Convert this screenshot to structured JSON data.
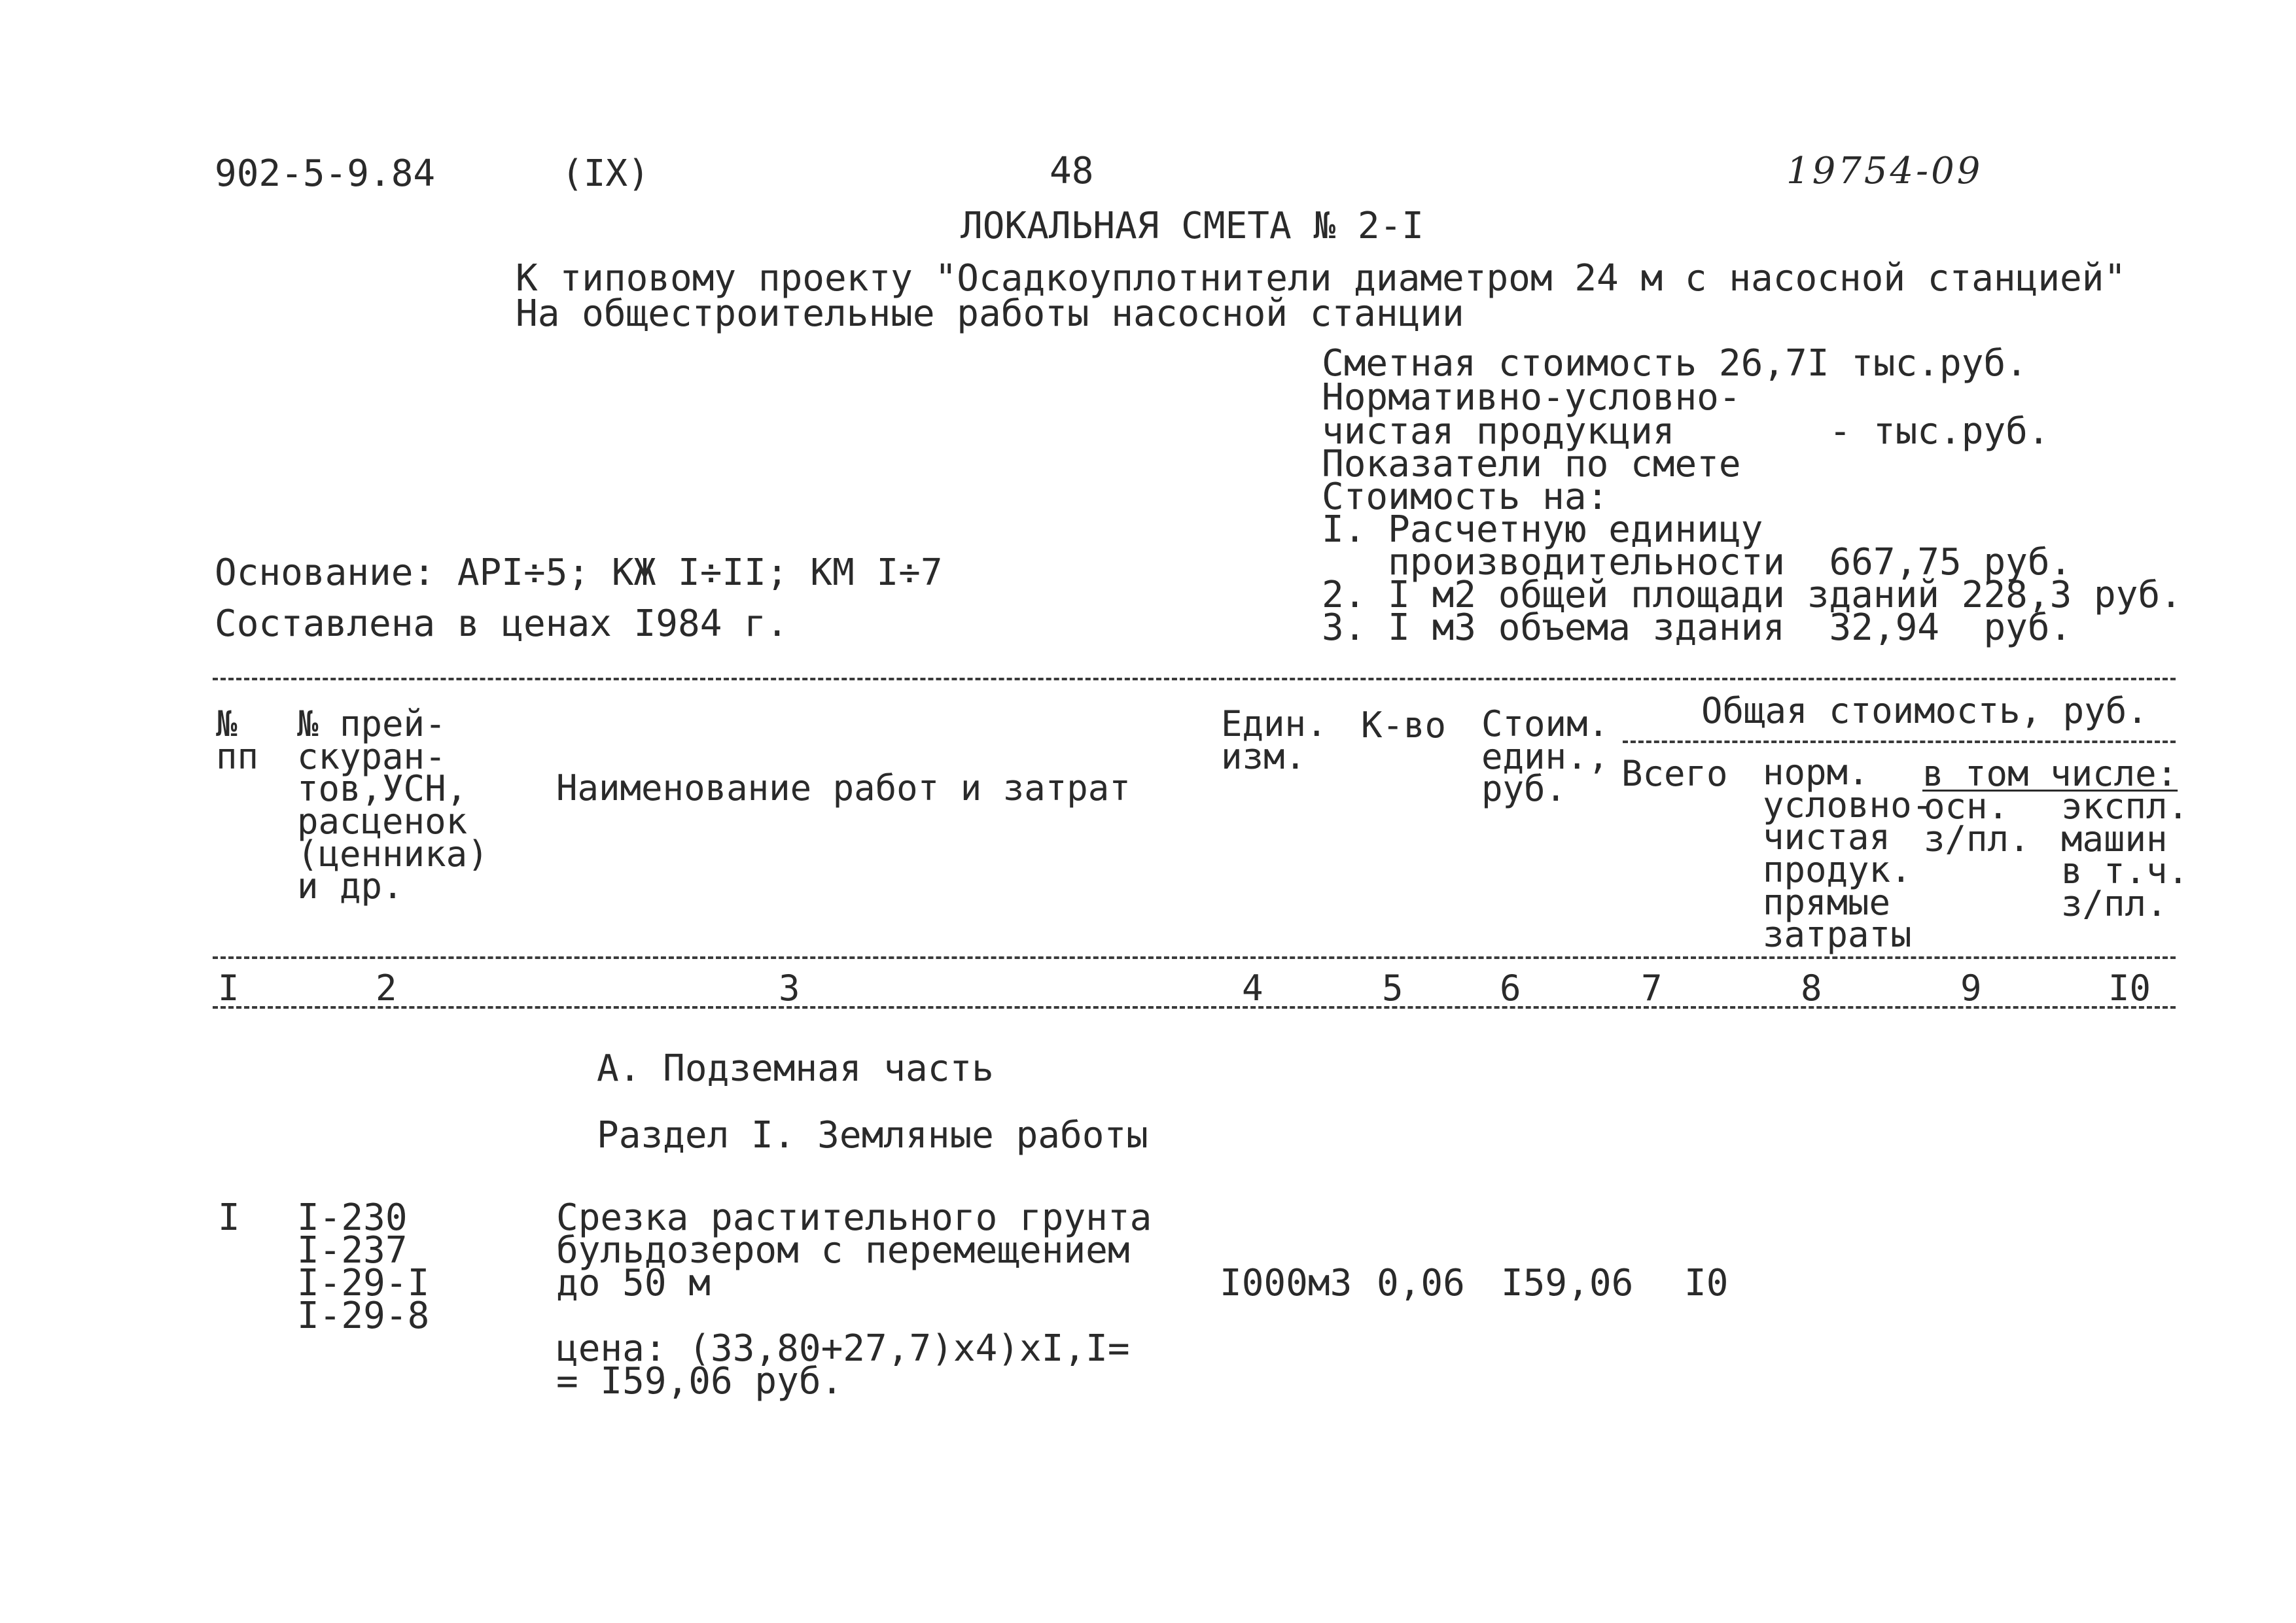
{
  "header": {
    "doc_code": "902-5-9.84",
    "volume": "(IX)",
    "page_number": "48",
    "registry_number": "19754-09"
  },
  "title": "ЛОКАЛЬНАЯ СМЕТА № 2-I",
  "subtitle_line1": "К типовому проекту \"Осадкоуплотнители диаметром 24 м с насосной станцией\"",
  "subtitle_line2": "На общестроительные работы насосной станции",
  "summary": {
    "line1": "Сметная стоимость 26,7I тыс.руб.",
    "line2": "Нормативно-условно-",
    "line3": "чистая продукция       - тыс.руб.",
    "line4": "Показатели по смете",
    "line5": "Стоимость на:",
    "line6": "I. Расчетную единицу",
    "line7": "   производительности  667,75 руб.",
    "line8": "2. I м2 общей площади зданий 228,3 руб.",
    "line9": "3. I м3 объема здания  32,94  руб."
  },
  "basis": "Основание: АРI÷5; КЖ I÷II; КМ I÷7",
  "prices_year": "Составлена в ценах I984 г.",
  "table_header": {
    "col1": "№\nпп",
    "col2": "№ прей-\nскуран-\nтов,УСН,\nрасценок\n(ценника)\nи др.",
    "col3": "Наименование работ и затрат",
    "col4": "Един.\nизм.",
    "col5": "К-во",
    "col6": "Стоим.\nедин.,\nруб.",
    "total_group": "Общая стоимость, руб.",
    "col7": "Всего",
    "col8": "норм.\nусловно-\nчистая\nпродук.\nпрямые\nзатраты",
    "incl": "в том числе:",
    "col9": "осн.\nз/пл.",
    "col10": "экспл.\nмашин\nв т.ч.\nз/пл."
  },
  "col_numbers": [
    "I",
    "2",
    "3",
    "4",
    "5",
    "6",
    "7",
    "8",
    "9",
    "I0"
  ],
  "section_a": "А. Подземная часть",
  "section_1": "Раздел I. Земляные работы",
  "rows": [
    {
      "num": "I",
      "codes": [
        "I-230",
        "I-237",
        "I-29-I",
        "I-29-8"
      ],
      "name": [
        "Срезка растительного грунта",
        "бульдозером с перемещением",
        "до 50 м"
      ],
      "calc": [
        "цена: (33,80+27,7)х4)хI,I=",
        "= I59,06 руб."
      ],
      "unit": "I000м3",
      "qty": "0,06",
      "unit_price": "I59,06",
      "total": "I0"
    }
  ]
}
